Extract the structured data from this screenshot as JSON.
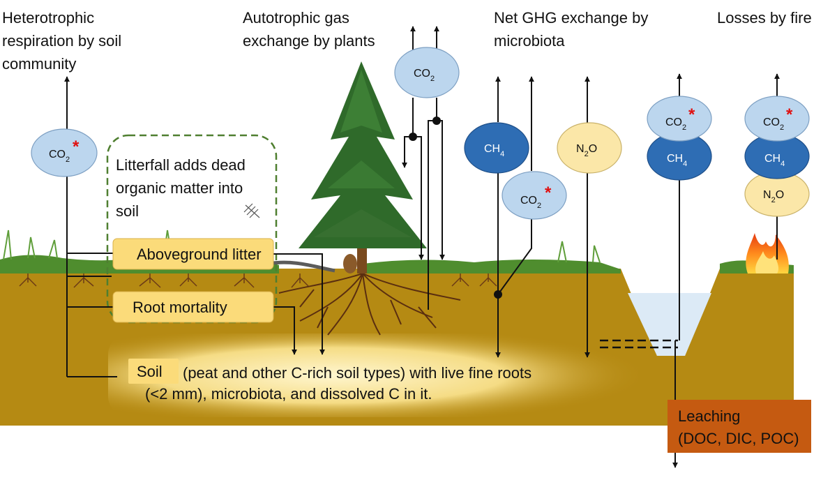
{
  "headers": {
    "hetero": [
      "Heterotrophic",
      "respiration by soil",
      "community"
    ],
    "auto": [
      "Autotrophic gas",
      "exchange by plants"
    ],
    "net": [
      "Net GHG exchange by",
      "microbiota"
    ],
    "fire": [
      "Losses by fire"
    ]
  },
  "litterfall": [
    "Litterfall adds dead",
    "organic matter into",
    "soil"
  ],
  "boxes": {
    "aboveground": "Aboveground litter",
    "root": "Root mortality",
    "soil": "Soil"
  },
  "soil_description": [
    "(peat and other C-rich soil types) with live fine roots",
    "(<2 mm), microbiota, and dissolved C in it."
  ],
  "leaching": [
    "Leaching",
    "(DOC, DIC, POC)"
  ],
  "molecules": {
    "co2_main": "CO",
    "co2_sub": "2",
    "ch4_main": "CH",
    "ch4_sub": "4",
    "n2o_pre": "N",
    "n2o_sub": "2",
    "n2o_post": "O",
    "star": "*"
  },
  "colors": {
    "co2": "#bcd6ee",
    "ch4": "#2e6db4",
    "n2o": "#fbe7a8",
    "soil": "#b58a13",
    "box": "#fbdb7a",
    "leaching": "#c55a11",
    "grass": "#4f8d2e",
    "litterfall_border": "#4f7f30"
  }
}
